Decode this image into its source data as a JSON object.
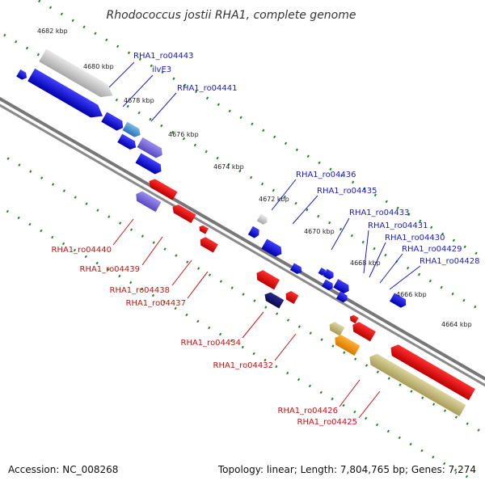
{
  "title": "Rhodococcus jostii RHA1, complete genome",
  "footer": {
    "accession": "Accession: NC_008268",
    "summary": "Topology: linear; Length: 7,804,765 bp; Genes: 7,274"
  },
  "colors": {
    "forward_label": "#1a1acc",
    "reverse_label": "#cc1111",
    "tick_dots": "#228822",
    "backbone": "#777777"
  },
  "scale_ticks": [
    "4682 kbp",
    "4680 kbp",
    "4678 kbp",
    "4676 kbp",
    "4674 kbp",
    "4672 kbp",
    "4670 kbp",
    "4668 kbp",
    "4666 kbp",
    "4664 kbp"
  ],
  "forward_genes": [
    "RHA1_ro04443",
    "ilvE3",
    "RHA1_ro04441",
    "RHA1_ro04436",
    "RHA1_ro04435",
    "RHA1_ro04433",
    "RHA1_ro04431",
    "RHA1_ro04430",
    "RHA1_ro04429",
    "RHA1_ro04428"
  ],
  "reverse_genes": [
    "RHA1_ro04440",
    "RHA1_ro04439",
    "RHA1_ro04438",
    "RHA1_ro04437",
    "RHA1_ro04434",
    "RHA1_ro04432",
    "RHA1_ro04426",
    "RHA1_ro04425"
  ]
}
